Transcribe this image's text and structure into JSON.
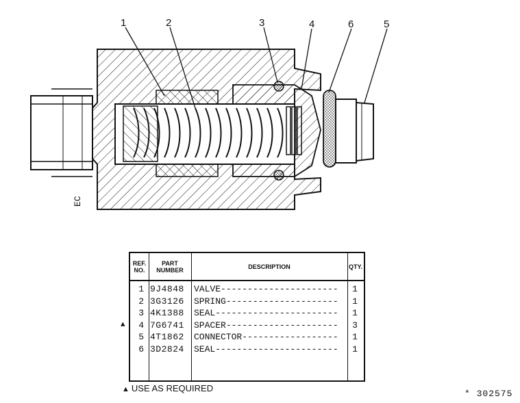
{
  "callouts": [
    "1",
    "2",
    "3",
    "4",
    "6",
    "5"
  ],
  "side_mark": "ЕС",
  "table": {
    "headers": {
      "ref_line1": "REF.",
      "ref_line2": "NO.",
      "part_line1": "PART",
      "part_line2": "NUMBER",
      "description": "DESCRIPTION",
      "qty": "QTY."
    },
    "rows": [
      {
        "ref": "1",
        "part": "9J4848",
        "desc": "VALVE",
        "qty": "1",
        "marked": false
      },
      {
        "ref": "2",
        "part": "3G3126",
        "desc": "SPRING",
        "qty": "1",
        "marked": false
      },
      {
        "ref": "3",
        "part": "4K1388",
        "desc": "SEAL",
        "qty": "1",
        "marked": false
      },
      {
        "ref": "4",
        "part": "7G6741",
        "desc": "SPACER",
        "qty": "3",
        "marked": true
      },
      {
        "ref": "5",
        "part": "4T1862",
        "desc": "CONNECTOR",
        "qty": "1",
        "marked": false
      },
      {
        "ref": "6",
        "part": "3D2824",
        "desc": "SEAL",
        "qty": "1",
        "marked": false
      }
    ]
  },
  "footnote": {
    "symbol": "▲",
    "text": "USE AS REQUIRED"
  },
  "drawing_id": "* 302575"
}
